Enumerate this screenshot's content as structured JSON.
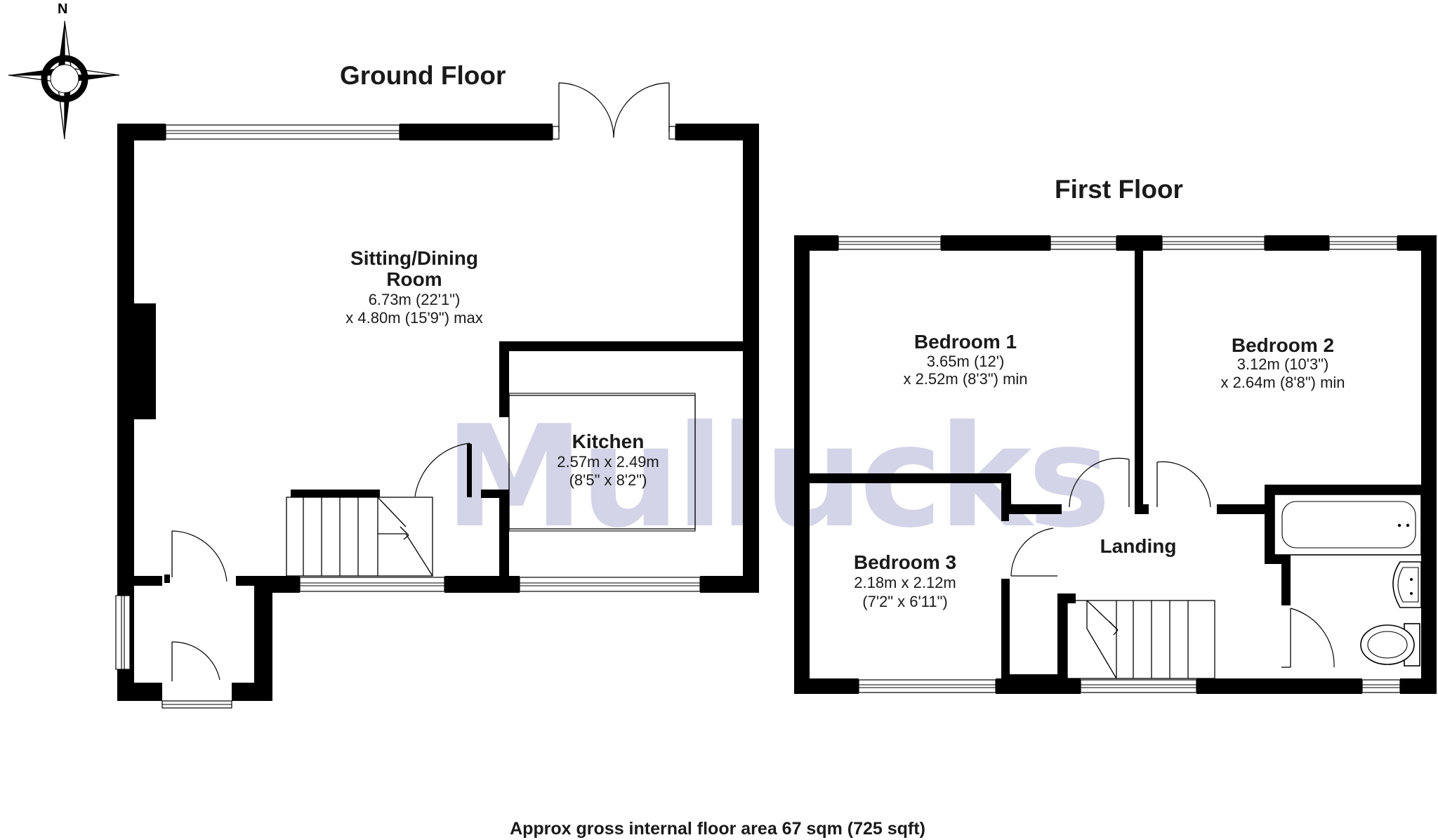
{
  "compass": {
    "north_label": "N",
    "icon": "compass-rose-icon"
  },
  "watermark": {
    "text": "Mullucks",
    "color": "#3c3f95"
  },
  "ground_floor": {
    "title": "Ground Floor",
    "rooms": {
      "sitting_dining": {
        "name_line1": "Sitting/Dining",
        "name_line2": "Room",
        "dim_line1": "6.73m (22'1\")",
        "dim_line2": "x 4.80m (15'9\") max"
      },
      "kitchen": {
        "name": "Kitchen",
        "dim_line1": "2.57m x 2.49m",
        "dim_line2": "(8'5\" x 8'2\")"
      }
    }
  },
  "first_floor": {
    "title": "First Floor",
    "rooms": {
      "bedroom1": {
        "name": "Bedroom 1",
        "dim_line1": "3.65m (12')",
        "dim_line2": "x 2.52m (8'3\") min"
      },
      "bedroom2": {
        "name": "Bedroom 2",
        "dim_line1": "3.12m (10'3\")",
        "dim_line2": "x 2.64m (8'8\") min"
      },
      "bedroom3": {
        "name": "Bedroom 3",
        "dim_line1": "2.18m x 2.12m",
        "dim_line2": "(7'2\" x 6'11\")"
      },
      "landing": {
        "name": "Landing"
      }
    }
  },
  "footer": {
    "area_text": "Approx gross internal floor area 67 sqm (725 sqft)"
  }
}
